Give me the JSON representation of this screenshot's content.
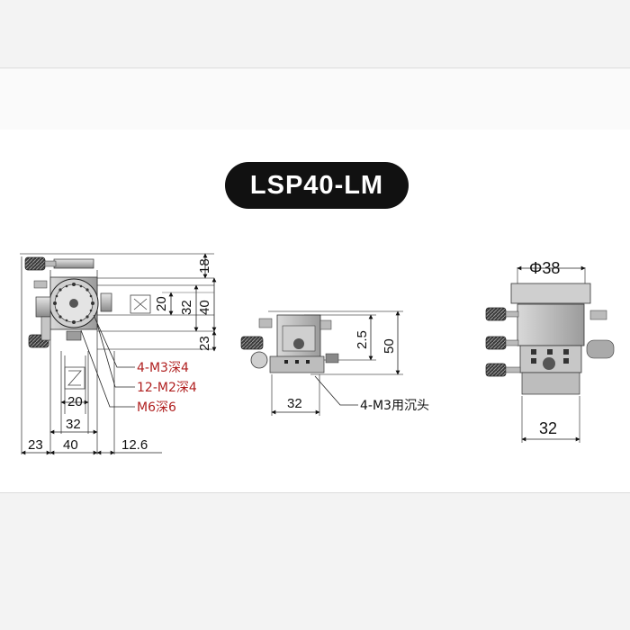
{
  "title": "LSP40-LM",
  "front_view": {
    "right_dims": [
      "18",
      "40",
      "32",
      "20",
      "23"
    ],
    "bottom_dims": [
      "20",
      "32",
      "40",
      "23",
      "12.6"
    ],
    "notes": [
      "4-M3深4",
      "12-M2深4",
      "M6深6"
    ]
  },
  "side_view": {
    "dims": [
      "50",
      "2.5",
      "32"
    ],
    "note": "4-M3用沉头"
  },
  "end_view": {
    "dims": [
      "Φ38",
      "32"
    ]
  },
  "colors": {
    "note_red": "#b02020",
    "pill": "#111111"
  }
}
